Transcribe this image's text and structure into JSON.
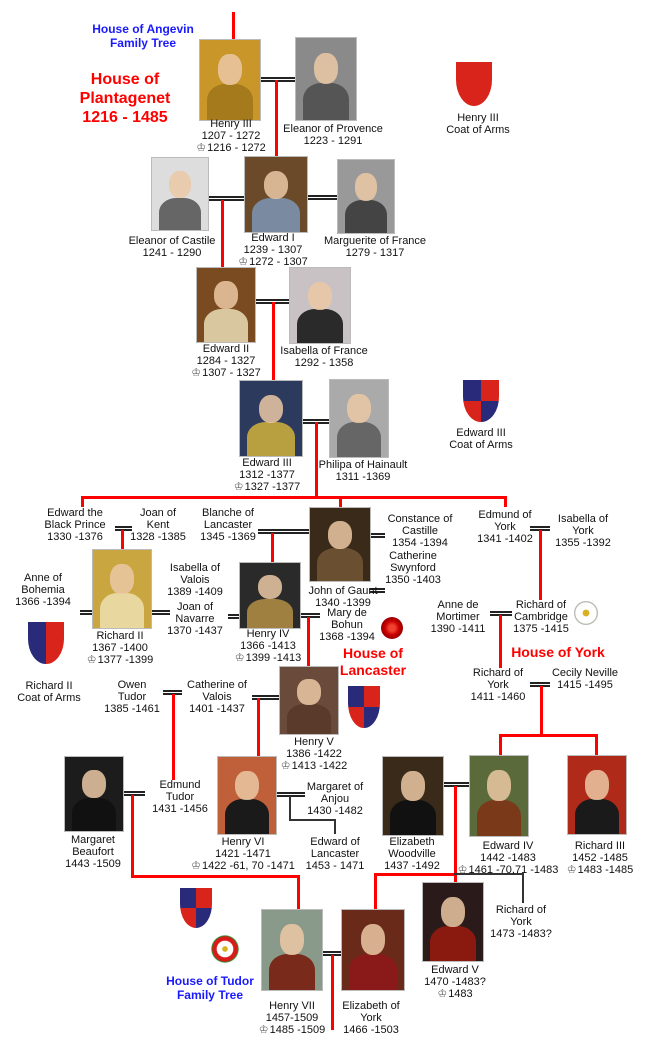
{
  "titles": {
    "angevin": [
      "House of Angevin",
      "Family Tree"
    ],
    "plantagenet": [
      "House of",
      "Plantagenet",
      "1216 - 1485"
    ],
    "lancaster": [
      "House of",
      "Lancaster"
    ],
    "york": [
      "House of York"
    ],
    "tudor": [
      "House of Tudor",
      "Family Tree"
    ]
  },
  "coats": {
    "henry_iii": [
      "Henry III",
      "Coat of Arms"
    ],
    "edward_iii": [
      "Edward III",
      "Coat of Arms"
    ],
    "richard_ii": [
      "Richard II",
      "Coat of Arms"
    ]
  },
  "colors": {
    "descent_line": "#ff0000",
    "marriage_line": "#222222",
    "house_title": "#ff0000",
    "link_title": "#1a1aff"
  },
  "people": {
    "henry_iii": {
      "lines": [
        "Henry III",
        "1207 - 1272"
      ],
      "reign": "1216 - 1272"
    },
    "eleanor_provence": {
      "lines": [
        "Eleanor of Provence",
        "1223 - 1291"
      ]
    },
    "eleanor_castile": {
      "lines": [
        "Eleanor of Castile",
        "1241 - 1290"
      ]
    },
    "edward_i": {
      "lines": [
        "Edward I",
        "1239 - 1307"
      ],
      "reign": "1272 - 1307"
    },
    "marguerite_france": {
      "lines": [
        "Marguerite of France",
        "1279 - 1317"
      ]
    },
    "edward_ii": {
      "lines": [
        "Edward II",
        "1284 - 1327"
      ],
      "reign": "1307 - 1327"
    },
    "isabella_france": {
      "lines": [
        "Isabella of France",
        "1292 - 1358"
      ]
    },
    "edward_iii": {
      "lines": [
        "Edward III",
        "1312 -1377"
      ],
      "reign": "1327 -1377"
    },
    "philipa": {
      "lines": [
        "Philipa of Hainault",
        "1311 -1369"
      ]
    },
    "black_prince": {
      "lines": [
        "Edward the",
        "Black Prince",
        "1330 -1376"
      ]
    },
    "joan_kent": {
      "lines": [
        "Joan of",
        "Kent",
        "1328 -1385"
      ]
    },
    "anne_bohemia": {
      "lines": [
        "Anne of",
        "Bohemia",
        "1366 -1394"
      ]
    },
    "richard_ii": {
      "lines": [
        "Richard II",
        "1367 -1400"
      ],
      "reign": "1377 -1399"
    },
    "isabella_valois": {
      "lines": [
        "Isabella of",
        "Valois",
        "1389 -1409"
      ]
    },
    "blanche": {
      "lines": [
        "Blanche of",
        "Lancaster",
        "1345 -1369"
      ]
    },
    "john_gaunt": {
      "lines": [
        "John of Gaunt",
        "1340 -1399"
      ]
    },
    "constance": {
      "lines": [
        "Constance of",
        "Castille",
        "1354 -1394"
      ]
    },
    "catherine_swynford": {
      "lines": [
        "Catherine",
        "Swynford",
        "1350 -1403"
      ]
    },
    "joan_navarre": {
      "lines": [
        "Joan of",
        "Navarre",
        "1370 -1437"
      ]
    },
    "henry_iv": {
      "lines": [
        "Henry IV",
        "1366 -1413"
      ],
      "reign": "1399 -1413"
    },
    "mary_bohun": {
      "lines": [
        "Mary de",
        "Bohun",
        "1368 -1394"
      ]
    },
    "edmund_york": {
      "lines": [
        "Edmund of",
        "York",
        "1341 -1402"
      ]
    },
    "isabella_york": {
      "lines": [
        "Isabella of",
        "York",
        "1355 -1392"
      ]
    },
    "anne_mortimer": {
      "lines": [
        "Anne de",
        "Mortimer",
        "1390 -1411"
      ]
    },
    "richard_cambridge": {
      "lines": [
        "Richard of",
        "Cambridge",
        "1375 -1415"
      ]
    },
    "owen_tudor": {
      "lines": [
        "Owen",
        "Tudor",
        "1385 -1461"
      ]
    },
    "catherine_valois": {
      "lines": [
        "Catherine of",
        "Valois",
        "1401 -1437"
      ]
    },
    "henry_v": {
      "lines": [
        "Henry V",
        "1386 -1422"
      ],
      "reign": "1413 -1422"
    },
    "richard_york": {
      "lines": [
        "Richard of",
        "York",
        "1411 -1460"
      ]
    },
    "cecily_neville": {
      "lines": [
        "Cecily Neville",
        "1415 -1495"
      ]
    },
    "margaret_beaufort": {
      "lines": [
        "Margaret",
        "Beaufort",
        "1443 -1509"
      ]
    },
    "edmund_tudor": {
      "lines": [
        "Edmund",
        "Tudor",
        "1431 -1456"
      ]
    },
    "henry_vi": {
      "lines": [
        "Henry VI",
        "1421 -1471"
      ],
      "reign": "1422 -61, 70 -1471"
    },
    "margaret_anjou": {
      "lines": [
        "Margaret of",
        "Anjou",
        "1430 -1482"
      ]
    },
    "edward_lancaster": {
      "lines": [
        "Edward of",
        "Lancaster",
        "1453 - 1471"
      ]
    },
    "elizabeth_woodville": {
      "lines": [
        "Elizabeth",
        "Woodville",
        "1437 -1492"
      ]
    },
    "edward_iv": {
      "lines": [
        "Edward IV",
        "1442 -1483"
      ],
      "reign": "1461 -70,71 -1483"
    },
    "richard_iii": {
      "lines": [
        "Richard III",
        "1452 -1485"
      ],
      "reign": "1483 -1485"
    },
    "edward_v": {
      "lines": [
        "Edward V",
        "1470 -1483?"
      ],
      "reign": "1483"
    },
    "richard_york_younger": {
      "lines": [
        "Richard of",
        "York",
        "1473 -1483?"
      ]
    },
    "henry_vii": {
      "lines": [
        "Henry VII",
        "1457-1509"
      ],
      "reign": "1485 -1509"
    },
    "elizabeth_york": {
      "lines": [
        "Elizabeth of",
        "York",
        "1466 -1503"
      ]
    }
  }
}
